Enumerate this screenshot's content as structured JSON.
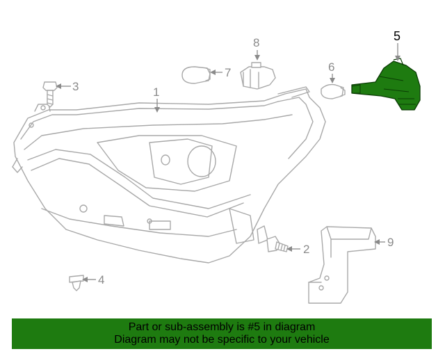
{
  "callouts": [
    {
      "id": "1",
      "label": "1",
      "highlight": false
    },
    {
      "id": "2",
      "label": "2",
      "highlight": false
    },
    {
      "id": "3",
      "label": "3",
      "highlight": false
    },
    {
      "id": "4",
      "label": "4",
      "highlight": false
    },
    {
      "id": "5",
      "label": "5",
      "highlight": true
    },
    {
      "id": "6",
      "label": "6",
      "highlight": false
    },
    {
      "id": "7",
      "label": "7",
      "highlight": false
    },
    {
      "id": "8",
      "label": "8",
      "highlight": false
    },
    {
      "id": "9",
      "label": "9",
      "highlight": false
    }
  ],
  "banner": {
    "line1": "Part or sub-assembly is #5 in diagram",
    "line2": "Diagram may not be specific to your vehicle"
  },
  "colors": {
    "highlight_part": "#1e7b10",
    "banner_bg": "#1e7b10",
    "outline": "#a8a8a8"
  }
}
